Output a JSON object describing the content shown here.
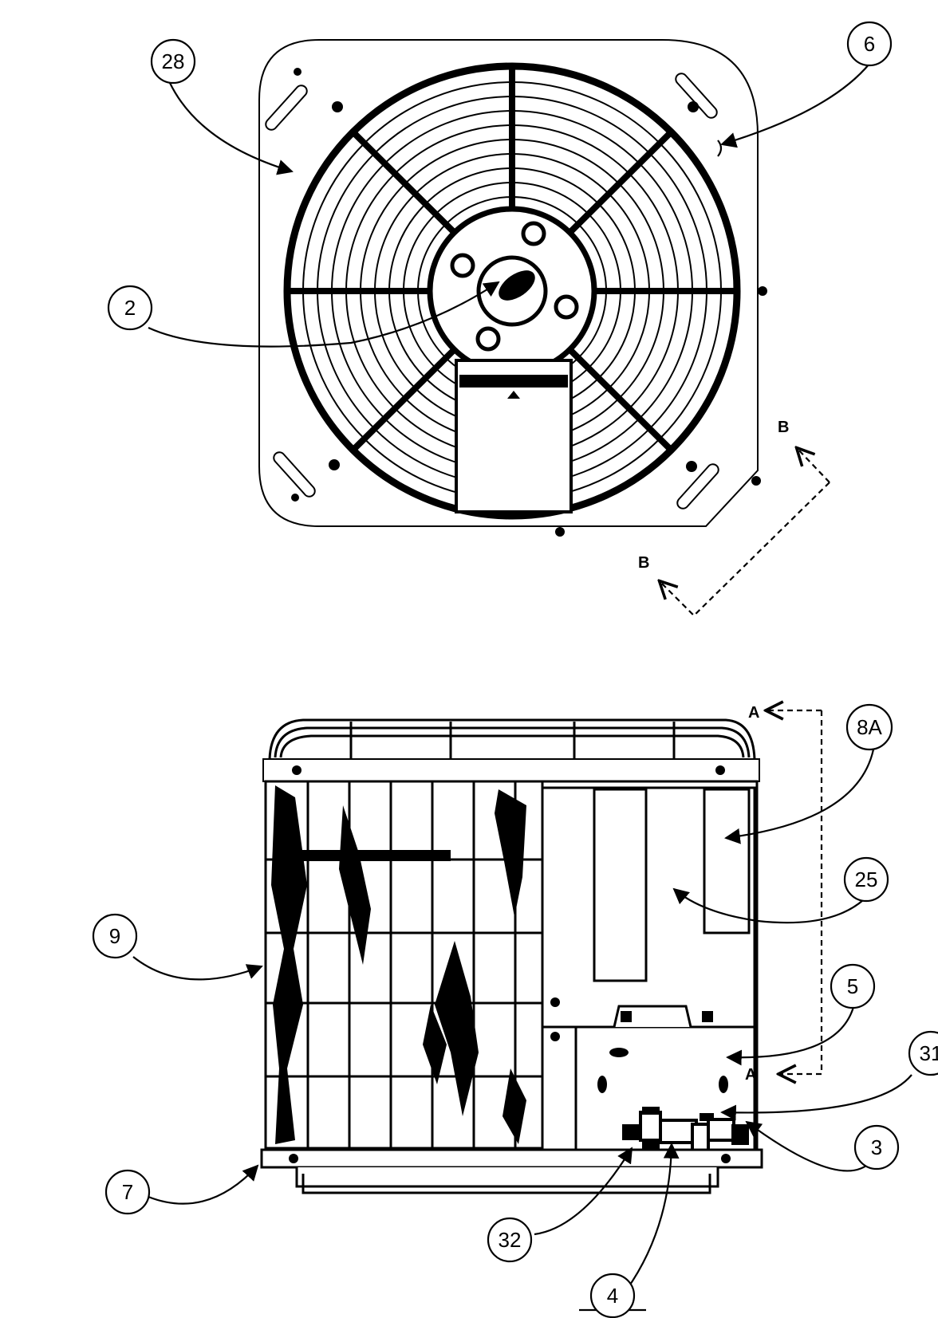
{
  "callouts": {
    "c28": "28",
    "c6": "6",
    "c2": "2",
    "c8A": "8A",
    "c25": "25",
    "c9": "9",
    "c5": "5",
    "c31": "31",
    "c3": "3",
    "c7": "7",
    "c32": "32",
    "c4": "4"
  },
  "section_markers": {
    "b_upper": "B",
    "b_lower": "B",
    "a_upper": "A",
    "a_lower": "A"
  }
}
